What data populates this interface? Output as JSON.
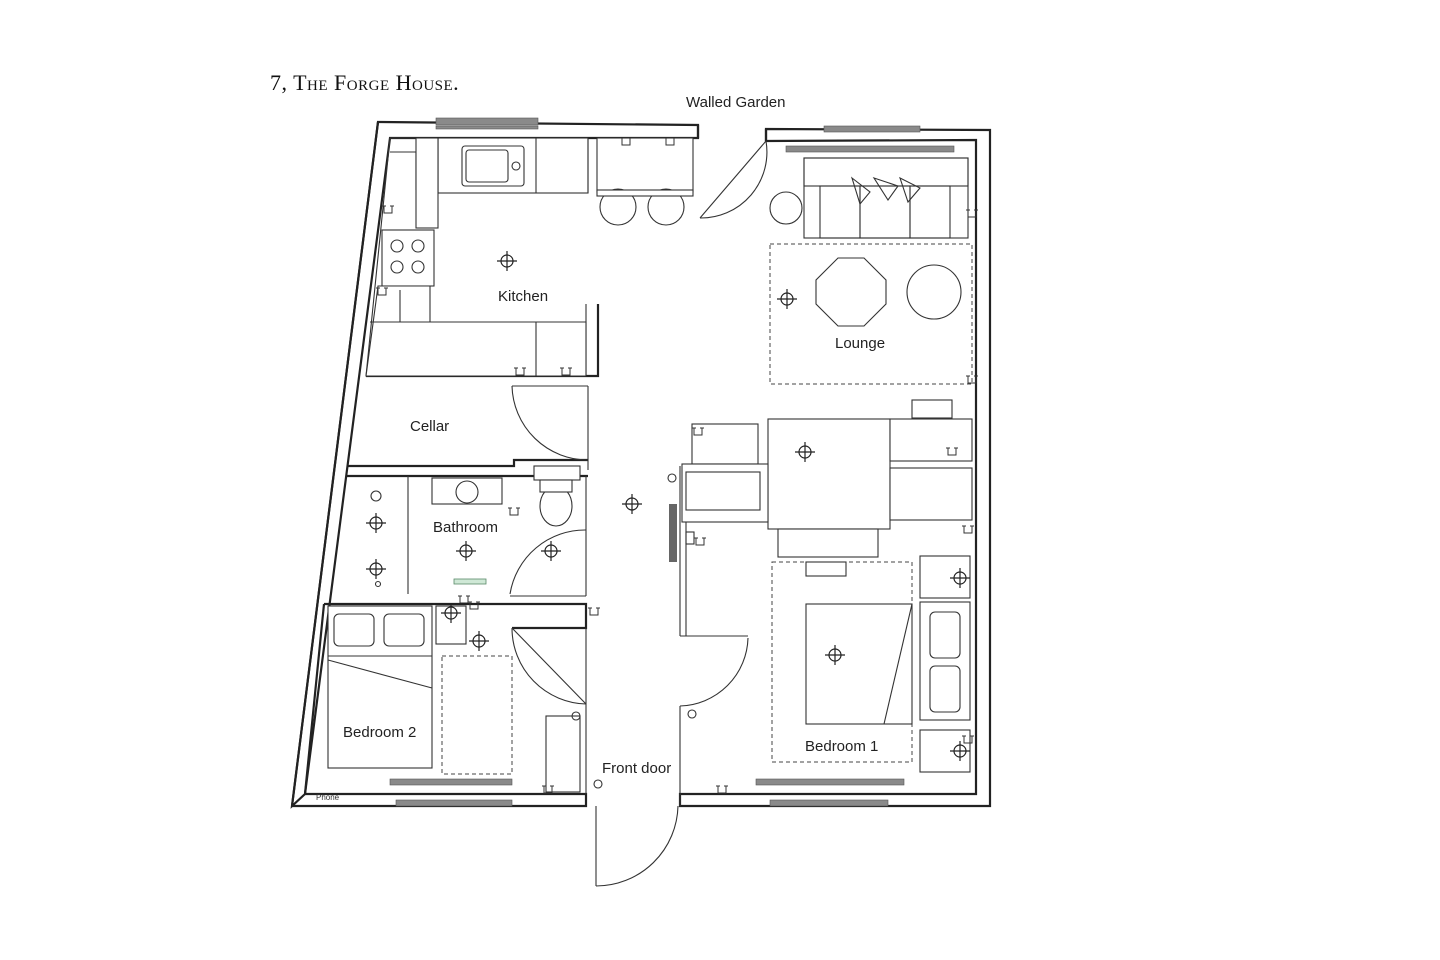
{
  "title": "7, The Forge House.",
  "labels": {
    "walled_garden": "Walled Garden",
    "kitchen": "Kitchen",
    "lounge": "Lounge",
    "cellar": "Cellar",
    "bathroom": "Bathroom",
    "bedroom2": "Bedroom 2",
    "bedroom1": "Bedroom 1",
    "front_door": "Front door",
    "phone": "Phone"
  }
}
